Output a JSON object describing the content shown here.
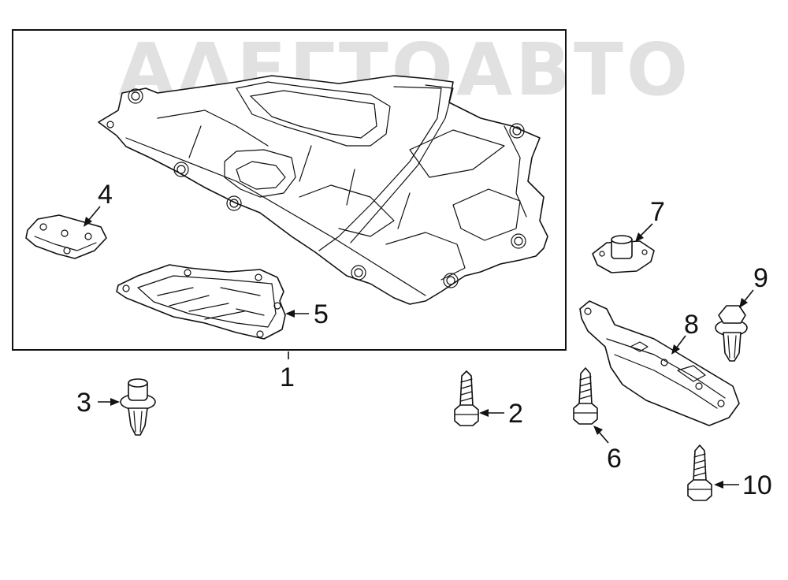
{
  "watermark": {
    "text": "ΑΛΕΓΤΟΑΒΤΟ"
  },
  "callouts": [
    {
      "id": "1",
      "label": "1"
    },
    {
      "id": "2",
      "label": "2"
    },
    {
      "id": "3",
      "label": "3"
    },
    {
      "id": "4",
      "label": "4"
    },
    {
      "id": "5",
      "label": "5"
    },
    {
      "id": "6",
      "label": "6"
    },
    {
      "id": "7",
      "label": "7"
    },
    {
      "id": "8",
      "label": "8"
    },
    {
      "id": "9",
      "label": "9"
    },
    {
      "id": "10",
      "label": "10"
    }
  ]
}
